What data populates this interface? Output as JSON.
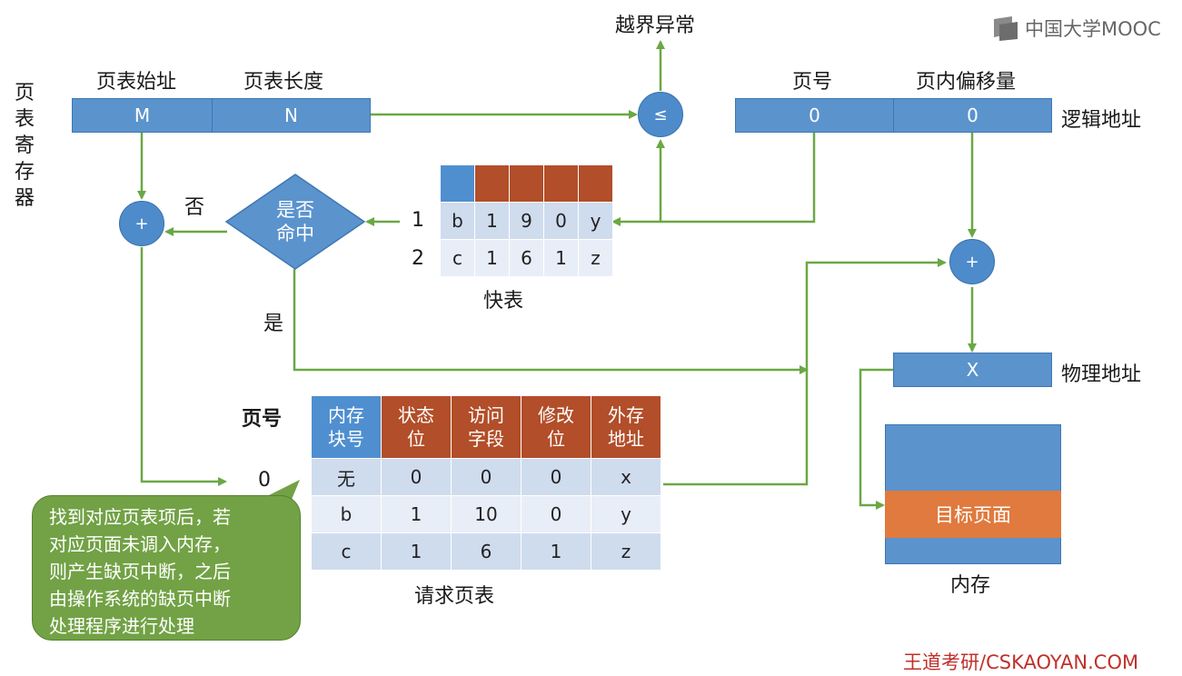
{
  "brand": {
    "mooc": "中国大学MOOC",
    "footer": "王道考研/CSKAOYAN.COM"
  },
  "register": {
    "title": "页表寄存器",
    "start_label": "页表始址",
    "length_label": "页表长度",
    "start_value": "M",
    "length_value": "N"
  },
  "compare": {
    "symbol": "≤",
    "exception": "越界异常"
  },
  "logical": {
    "page_label": "页号",
    "offset_label": "页内偏移量",
    "page_value": "0",
    "offset_value": "0",
    "caption": "逻辑地址"
  },
  "tlb": {
    "rows": [
      {
        "index": "1",
        "cells": [
          "b",
          "1",
          "9",
          "0",
          "y"
        ]
      },
      {
        "index": "2",
        "cells": [
          "c",
          "1",
          "6",
          "1",
          "z"
        ]
      }
    ],
    "caption": "快表"
  },
  "decision": {
    "text_line1": "是否",
    "text_line2": "命中",
    "no": "否",
    "yes": "是"
  },
  "adders": {
    "left": "+",
    "right": "+"
  },
  "physical": {
    "value": "X",
    "caption": "物理地址"
  },
  "page_table": {
    "page_col": "页号",
    "headers": [
      {
        "line1": "内存",
        "line2": "块号"
      },
      {
        "line1": "状态",
        "line2": "位"
      },
      {
        "line1": "访问",
        "line2": "字段"
      },
      {
        "line1": "修改",
        "line2": "位"
      },
      {
        "line1": "外存",
        "line2": "地址"
      }
    ],
    "rows": [
      {
        "page": "0",
        "cells": [
          "无",
          "0",
          "0",
          "0",
          "x"
        ]
      },
      {
        "page": "",
        "cells": [
          "b",
          "1",
          "10",
          "0",
          "y"
        ]
      },
      {
        "page": "",
        "cells": [
          "c",
          "1",
          "6",
          "1",
          "z"
        ]
      }
    ],
    "caption": "请求页表"
  },
  "memory": {
    "target": "目标页面",
    "caption": "内存"
  },
  "note": {
    "lines": [
      "找到对应页表项后，若",
      "对应页面未调入内存，",
      "则产生缺页中断，之后",
      "由操作系统的缺页中断",
      "处理程序进行处理"
    ]
  },
  "colors": {
    "arrow": "#6aa843",
    "box": "#5b93cd",
    "header_orange": "#b24e29",
    "target_page": "#e07a3e",
    "note_green": "#72a245"
  }
}
